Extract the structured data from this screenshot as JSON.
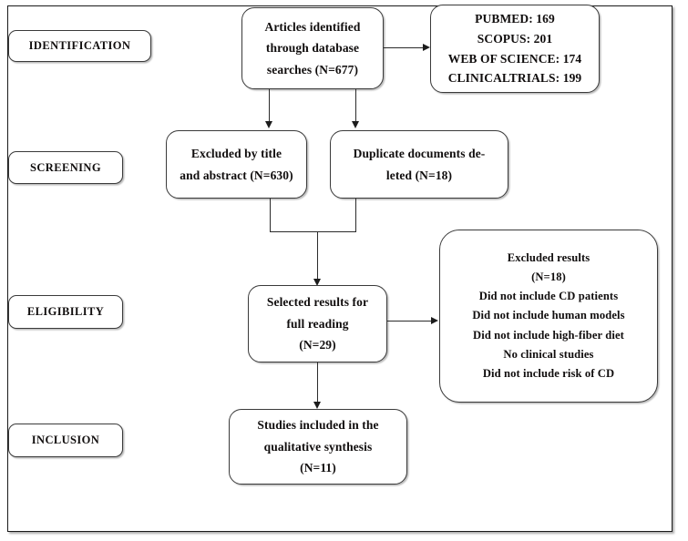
{
  "figure": {
    "type": "prisma-flow-diagram",
    "stages": [
      {
        "id": "identification",
        "label": "IDENTIFICATION"
      },
      {
        "id": "screening",
        "label": "SCREENING"
      },
      {
        "id": "eligibility",
        "label": "ELIGIBILITY"
      },
      {
        "id": "inclusion",
        "label": "INCLUSION"
      }
    ],
    "boxes": {
      "articles_identified": {
        "lines": [
          "Articles identified",
          "through database",
          "searches (N=677)"
        ]
      },
      "databases": {
        "lines": [
          "PUBMED: 169",
          "SCOPUS: 201",
          "WEB OF SCIENCE: 174",
          "CLINICALTRIALS: 199"
        ]
      },
      "excluded_title_abstract": {
        "lines": [
          "Excluded by title",
          "and abstract (N=630)"
        ]
      },
      "duplicates_deleted": {
        "lines": [
          "Duplicate documents de-",
          "leted (N=18)"
        ]
      },
      "selected_full_reading": {
        "lines": [
          "Selected results for",
          "full reading",
          "(N=29)"
        ]
      },
      "excluded_results": {
        "lines": [
          "Excluded results",
          "(N=18)",
          "Did not include CD patients",
          "Did not include human models",
          "Did not include high-fiber diet",
          "No clinical studies",
          "Did not include risk of CD"
        ]
      },
      "studies_included": {
        "lines": [
          "Studies included in the",
          "qualitative synthesis",
          "(N=11)"
        ]
      }
    },
    "counts": {
      "total_identified": 677,
      "pubmed": 169,
      "scopus": 201,
      "web_of_science": 174,
      "clinicaltrials": 199,
      "excluded_title_abstract": 630,
      "duplicates_deleted": 18,
      "selected_full_reading": 29,
      "excluded_after_full_reading": 18,
      "studies_included": 11
    },
    "colors": {
      "border": "#3a3a3a",
      "text": "#100d0d",
      "connector": "#2b2b2b",
      "background": "#ffffff"
    }
  }
}
